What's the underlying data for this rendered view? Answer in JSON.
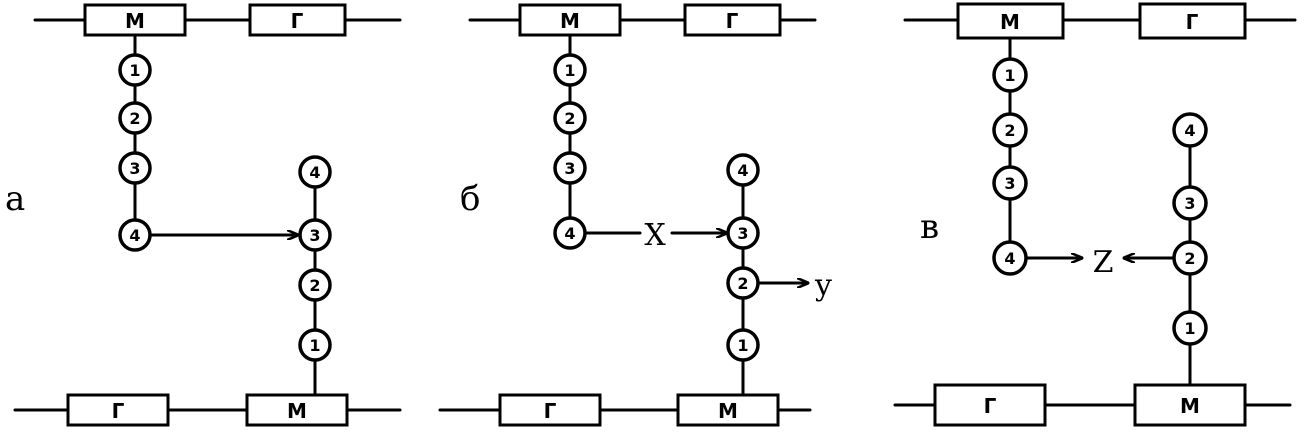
{
  "panels": {
    "a": {
      "label": "а",
      "top_left": "М",
      "top_right": "Г",
      "bottom_left": "Г",
      "bottom_right": "М",
      "left_chain": [
        "1",
        "2",
        "3",
        "4"
      ],
      "right_chain": [
        "4",
        "3",
        "2",
        "1"
      ]
    },
    "b": {
      "label": "б",
      "top_left": "М",
      "top_right": "Г",
      "bottom_left": "Г",
      "bottom_right": "М",
      "left_chain": [
        "1",
        "2",
        "3",
        "4"
      ],
      "right_chain": [
        "4",
        "3",
        "2",
        "1"
      ],
      "arrow_x": "X",
      "arrow_y": "y"
    },
    "c": {
      "label": "в",
      "top_left": "М",
      "top_right": "Г",
      "bottom_left": "Г",
      "bottom_right": "М",
      "left_chain": [
        "1",
        "2",
        "3",
        "4"
      ],
      "right_chain": [
        "4",
        "3",
        "2",
        "1"
      ],
      "arrow_z": "Z"
    }
  },
  "colors": {
    "ink": "#000000",
    "paper": "#ffffff"
  }
}
